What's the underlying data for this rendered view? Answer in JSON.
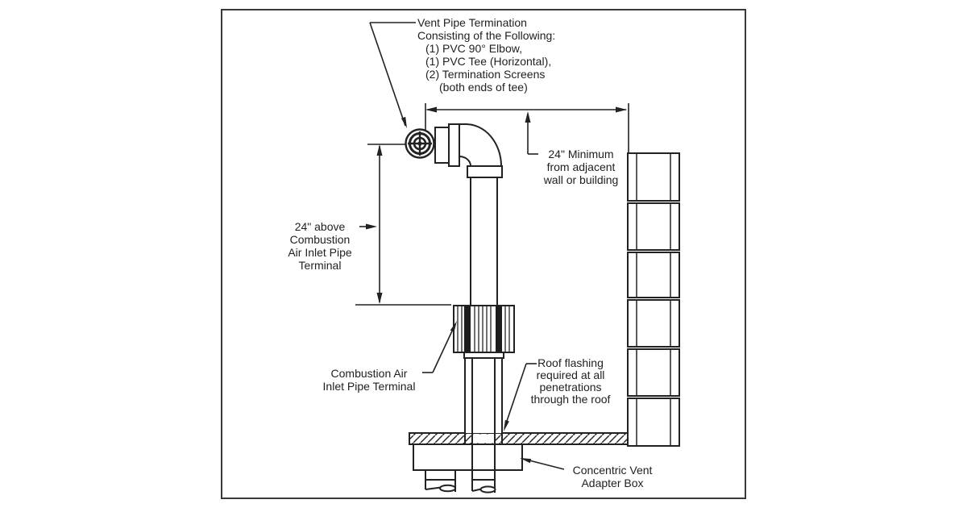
{
  "page": {
    "background": "#ffffff"
  },
  "diagram": {
    "frame_color": "#3a3a3a",
    "line_color": "#222222",
    "labels": {
      "vent_termination": {
        "lines": [
          "Vent Pipe Termination",
          "Consisting of the Following:",
          "(1) PVC 90° Elbow,",
          "(1) PVC Tee (Horizontal),",
          "(2) Termination Screens",
          "(both ends of tee)"
        ]
      },
      "min_from_wall": {
        "lines": [
          "24\" Minimum",
          "from adjacent",
          "wall or building"
        ]
      },
      "above_inlet": {
        "lines": [
          "24\" above",
          "Combustion",
          "Air Inlet Pipe",
          "Terminal"
        ]
      },
      "inlet_terminal": {
        "lines": [
          "Combustion Air",
          "Inlet Pipe Terminal"
        ]
      },
      "roof_flashing": {
        "lines": [
          "Roof flashing",
          "required at all",
          "penetrations",
          "through the roof"
        ]
      },
      "adapter_box": {
        "lines": [
          "Concentric Vent",
          "Adapter Box"
        ]
      }
    }
  }
}
